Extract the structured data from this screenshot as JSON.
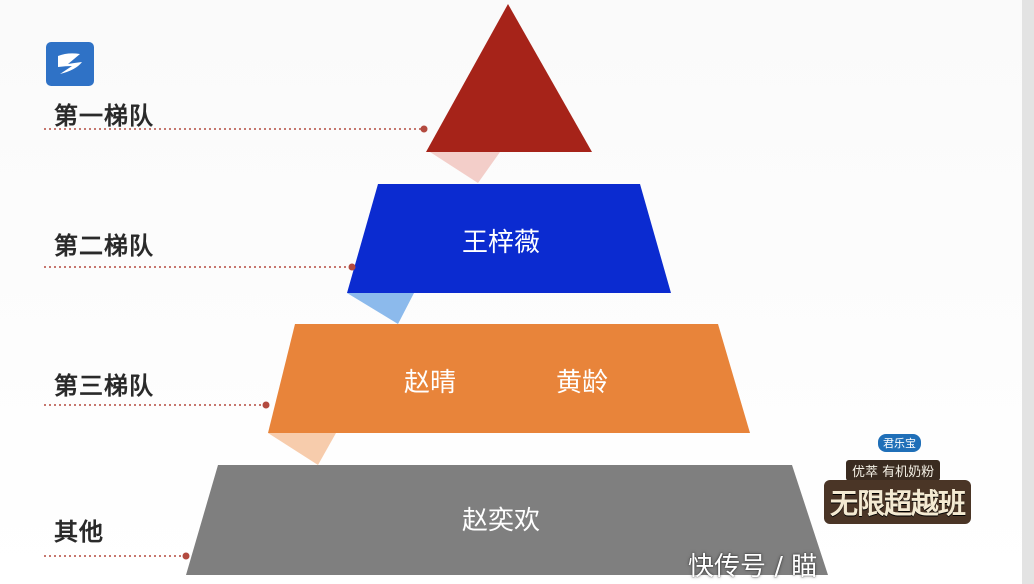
{
  "colors": {
    "tier1": "#a62319",
    "tier2": "#0b2bd0",
    "tier3": "#e8843a",
    "tier4": "#7f7f7f",
    "logo": "#2f72c6",
    "connector": "#b34a3f"
  },
  "tiers": [
    {
      "label": "第一梯队",
      "names": []
    },
    {
      "label": "第二梯队",
      "names": [
        "王梓薇"
      ]
    },
    {
      "label": "第三梯队",
      "names": [
        "赵晴",
        "黄龄"
      ]
    },
    {
      "label": "其他",
      "names": [
        "赵奕欢"
      ]
    }
  ],
  "show_logo": {
    "brand": "君乐宝",
    "sponsor_line": "优萃 有机奶粉",
    "title": "无限超越班"
  },
  "watermark": "快传号 / 瞄",
  "icons": {
    "channel_logo": "zhejiang-tv-logo-icon"
  }
}
